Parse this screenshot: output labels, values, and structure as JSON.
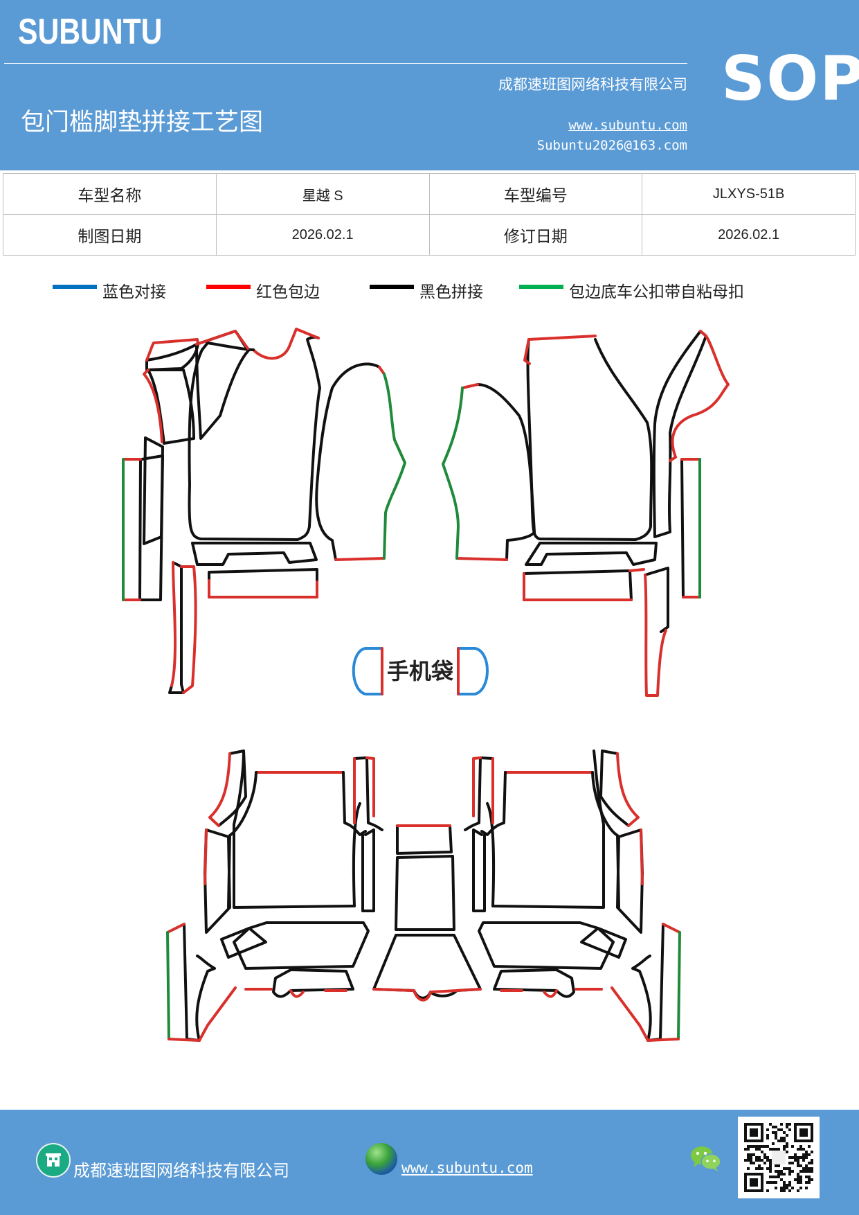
{
  "header": {
    "brand": "SUBUNTU",
    "badge": "SOP",
    "company": "成都速班图网络科技有限公司",
    "title": "包门槛脚垫拼接工艺图",
    "website": "www.subuntu.com",
    "email": "Subuntu2026@163.com"
  },
  "info_table": {
    "rows": [
      [
        "车型名称",
        "星越 S",
        "车型编号",
        "JLXYS-51B"
      ],
      [
        "制图日期",
        "2026.02.1",
        "修订日期",
        "2026.02.1"
      ]
    ]
  },
  "legend": [
    {
      "color": "#0070c0",
      "label": "蓝色对接"
    },
    {
      "color": "#ff0000",
      "label": "红色包边"
    },
    {
      "color": "#000000",
      "label": "黑色拼接"
    },
    {
      "color": "#00b050",
      "label": "包边底车公扣带自粘母扣"
    }
  ],
  "colors": {
    "header_bg": "#5b9bd5",
    "edge_red": "#d9302c",
    "edge_black": "#111111",
    "edge_green": "#1e8a3a",
    "edge_blue": "#2a8ad8"
  },
  "drawing": {
    "pocket_label": "手机袋"
  },
  "footer": {
    "company": "成都速班图网络科技有限公司",
    "website": "www.subuntu.com",
    "icons": [
      "building-icon",
      "globe-icon",
      "wechat-icon",
      "qr-code"
    ]
  }
}
